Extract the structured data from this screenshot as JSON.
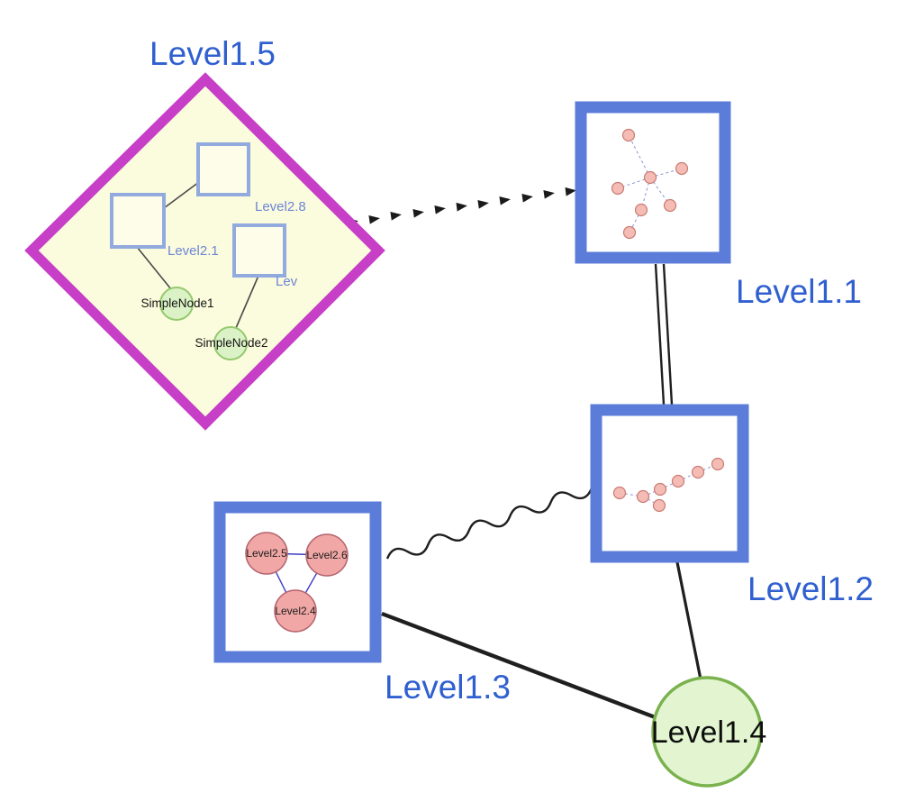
{
  "colors": {
    "label_blue": "#3060d0",
    "inner_label_blue": "#6e86d6",
    "diamond_border": "#c73ec7",
    "diamond_fill": "#fbfbdd",
    "square_border": "#5b7cd9",
    "inner_square_border": "#93aade",
    "inner_square_fill": "#fdfdea",
    "green_fill": "#dbf2c6",
    "green_border": "#94c96d",
    "big_green_fill": "#e2f5d0",
    "big_green_border": "#7ab24e",
    "pink_fill": "#f5bcb6",
    "pink_border": "#c97b72",
    "tri_pink_fill": "#f0a7a5",
    "tri_pink_border": "#b4646e",
    "edge_color": "#1f1f1f",
    "mini_edge_color": "#8a93d8",
    "tri_edge_color": "#3c3cc8"
  },
  "nodes": {
    "level1_1": {
      "label": "Level1.1",
      "type": "group-square"
    },
    "level1_2": {
      "label": "Level1.2",
      "type": "group-square"
    },
    "level1_3": {
      "label": "Level1.3",
      "type": "group-square"
    },
    "level1_4": {
      "label": "Level1.4",
      "type": "green-circle"
    },
    "level1_5": {
      "label": "Level1.5",
      "type": "group-diamond"
    },
    "level2_8": {
      "label": "Level2.8",
      "type": "square",
      "parent": "Level1.5"
    },
    "level2_1": {
      "label": "Level2.1",
      "type": "square",
      "parent": "Level1.5"
    },
    "level2_trunc": {
      "label": "Lev",
      "type": "square",
      "parent": "Level1.5"
    },
    "simple_node_1": {
      "label": "SimpleNode1",
      "type": "green-circle",
      "parent": "Level1.5"
    },
    "simple_node_2": {
      "label": "SimpleNode2",
      "type": "green-circle",
      "parent": "Level1.5"
    },
    "level2_5": {
      "label": "Level2.5",
      "type": "pink-circle",
      "parent": "Level1.3"
    },
    "level2_6": {
      "label": "Level2.6",
      "type": "pink-circle",
      "parent": "Level1.3"
    },
    "level2_4": {
      "label": "Level2.4",
      "type": "pink-circle",
      "parent": "Level1.3"
    }
  },
  "contents": {
    "level1_1": {
      "unlabeled_pink_nodes": 7,
      "edge_style": "dashed-blue"
    },
    "level1_2": {
      "unlabeled_pink_nodes": 7,
      "edge_style": "dashed-blue"
    }
  },
  "edges": [
    {
      "from": "Level1.5",
      "to": "Level1.1",
      "style": "dashed-arrow-chain"
    },
    {
      "from": "Level1.1",
      "to": "Level1.2",
      "style": "double-parallel"
    },
    {
      "from": "Level1.3",
      "to": "Level1.2",
      "style": "wavy"
    },
    {
      "from": "Level1.3",
      "to": "Level1.4",
      "style": "solid-thick"
    },
    {
      "from": "Level1.2",
      "to": "Level1.4",
      "style": "solid"
    },
    {
      "from": "Level2.1",
      "to": "Level2.8",
      "style": "solid-thin"
    },
    {
      "from": "Level2.1",
      "to": "SimpleNode1",
      "style": "solid-thin"
    },
    {
      "from": "Lev",
      "to": "SimpleNode2",
      "style": "solid-thin"
    },
    {
      "from": "Level2.5",
      "to": "Level2.6",
      "style": "solid-thin-blue"
    },
    {
      "from": "Level2.5",
      "to": "Level2.4",
      "style": "solid-thin-blue"
    },
    {
      "from": "Level2.6",
      "to": "Level2.4",
      "style": "solid-thin-blue"
    }
  ]
}
